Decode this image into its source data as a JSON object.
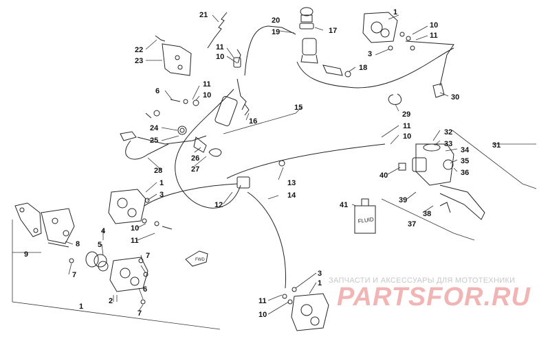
{
  "diagram": {
    "callouts": {
      "c1a": "1",
      "c10a": "10",
      "c11a": "11",
      "c3a": "3",
      "c21": "21",
      "c20": "20",
      "c19": "19",
      "c17": "17",
      "c18": "18",
      "c22": "22",
      "c23": "23",
      "c11b": "11",
      "c10b": "10",
      "c6": "6",
      "c11c": "11",
      "c10c": "10",
      "c15": "15",
      "c16": "16",
      "c24": "24",
      "c25": "25",
      "c26": "26",
      "c27": "27",
      "c28": "28",
      "c30": "30",
      "c29": "29",
      "c11d": "11",
      "c10d": "10",
      "c32": "32",
      "c33": "33",
      "c34": "34",
      "c35": "35",
      "c36": "36",
      "c31": "31",
      "c40": "40",
      "c39": "39",
      "c38": "38",
      "c37": "37",
      "c13": "13",
      "c14": "14",
      "c12": "12",
      "c41": "41",
      "c1b": "1",
      "c3b": "3",
      "c10e": "10",
      "c11e": "11",
      "c9": "9",
      "c8": "8",
      "c4": "4",
      "c5": "5",
      "c7a": "7",
      "c7b": "7",
      "c2": "2",
      "c6b": "6",
      "c7c": "7",
      "c1c": "1",
      "c3c": "3",
      "c1d": "1",
      "c11f": "11",
      "c10f": "10"
    },
    "fluid_label": "FLUID",
    "fwd_label": "FWD"
  },
  "watermark": {
    "tagline": "ЗАПЧАСТИ И АКСЕССУАРЫ ДЛЯ МОТОТЕХНИКИ",
    "logo": "PARTSFOR.RU"
  },
  "colors": {
    "line": "#222222",
    "watermark_text": "#c7c7c7",
    "watermark_logo": "#f2b5b5"
  }
}
